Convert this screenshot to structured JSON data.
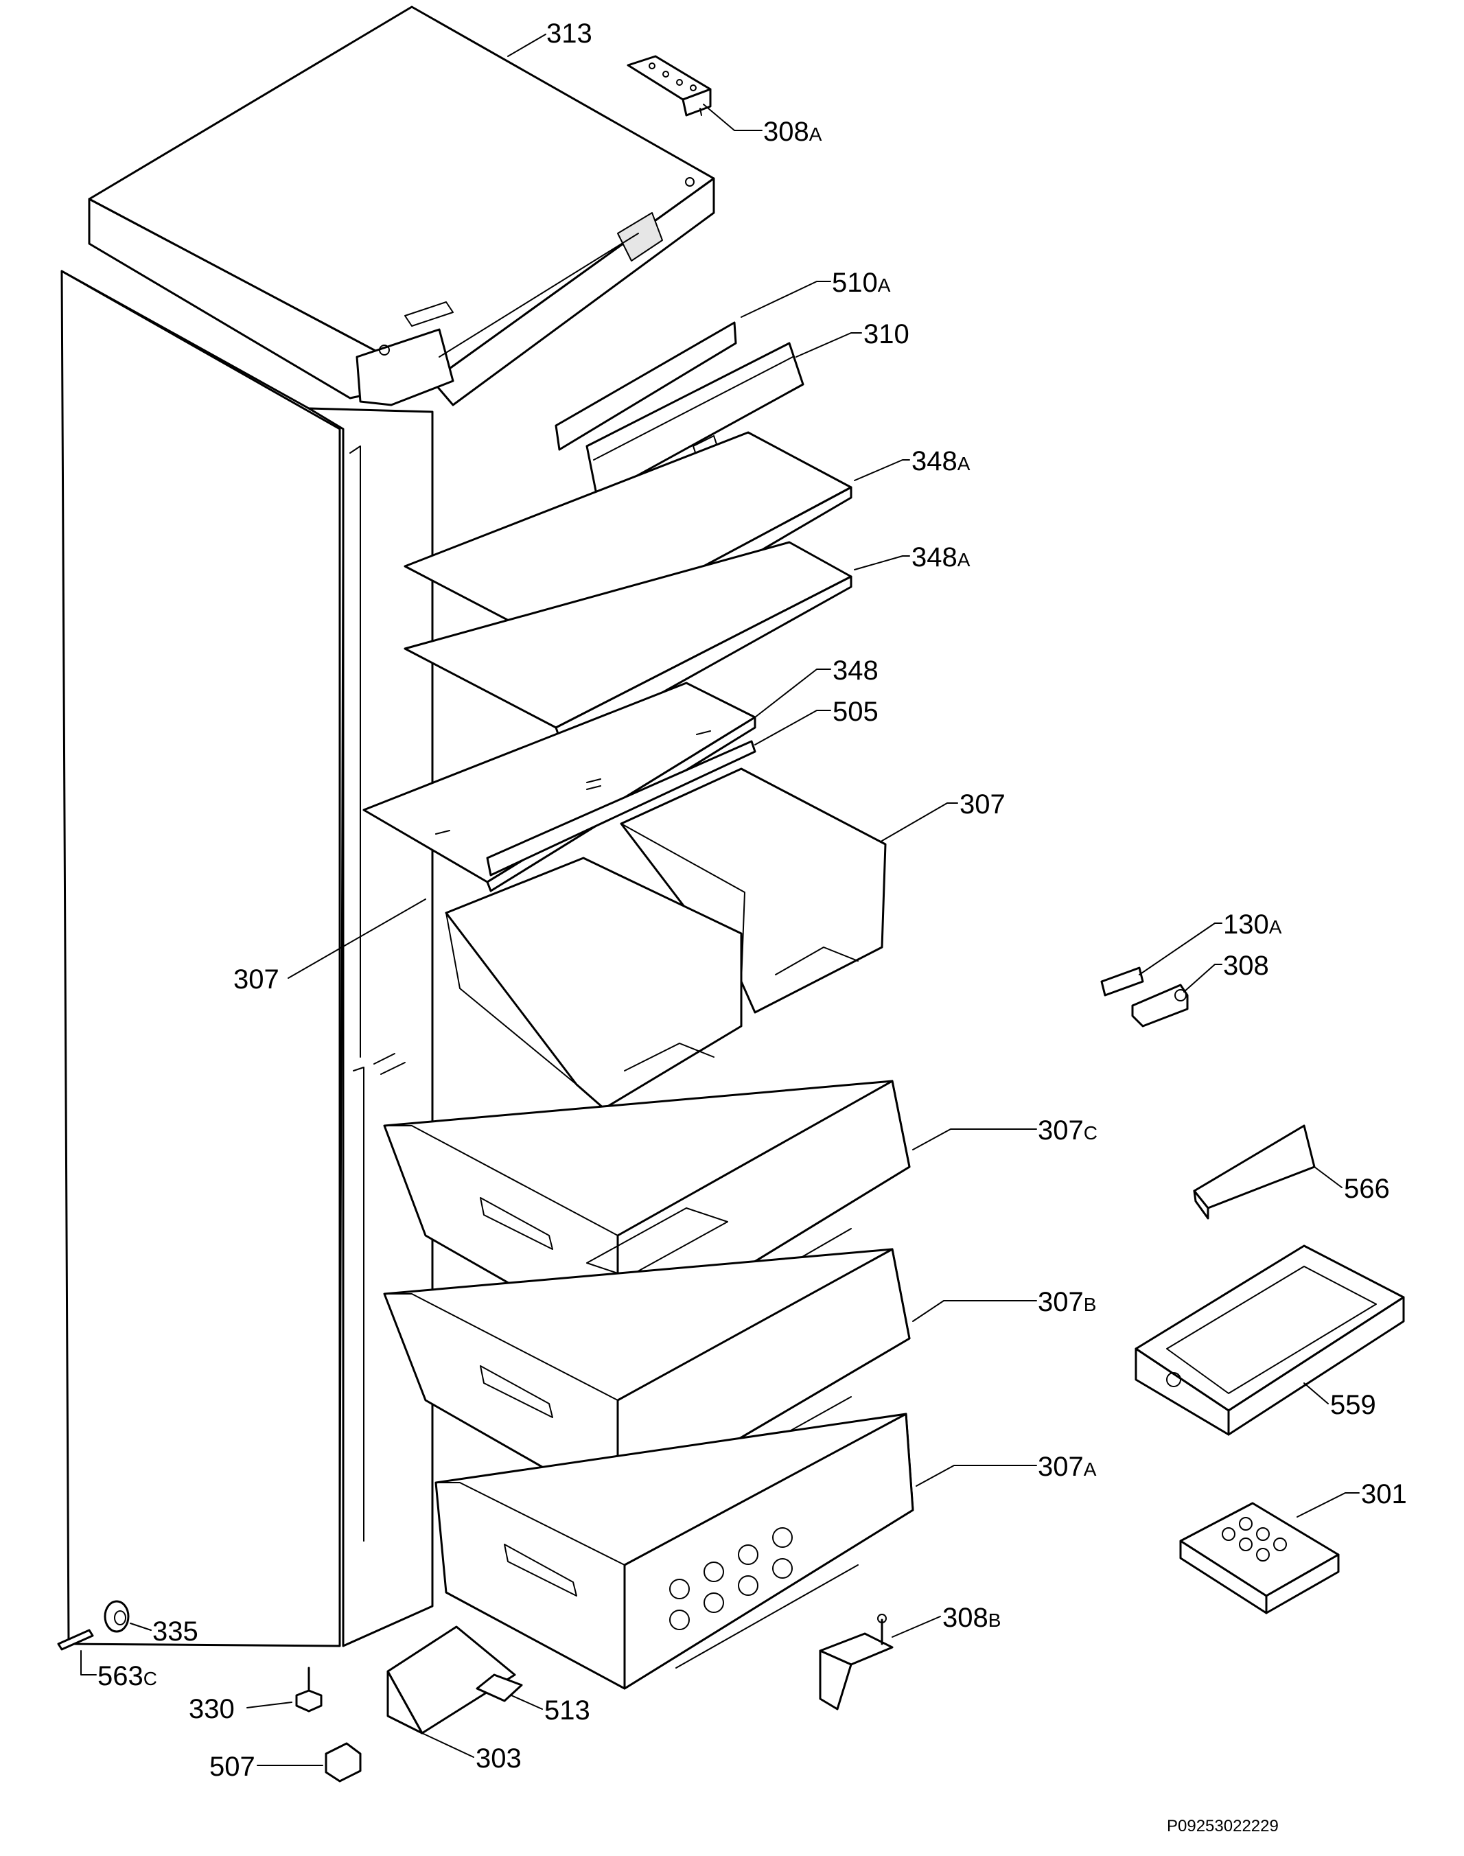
{
  "diagram": {
    "labels": [
      {
        "id": "313",
        "num": "313",
        "suffix": ""
      },
      {
        "id": "308a",
        "num": "308",
        "suffix": "A"
      },
      {
        "id": "510a",
        "num": "510",
        "suffix": "A"
      },
      {
        "id": "310",
        "num": "310",
        "suffix": ""
      },
      {
        "id": "348a-1",
        "num": "348",
        "suffix": "A"
      },
      {
        "id": "348a-2",
        "num": "348",
        "suffix": "A"
      },
      {
        "id": "348",
        "num": "348",
        "suffix": ""
      },
      {
        "id": "505",
        "num": "505",
        "suffix": ""
      },
      {
        "id": "307-right",
        "num": "307",
        "suffix": ""
      },
      {
        "id": "307-left",
        "num": "307",
        "suffix": ""
      },
      {
        "id": "130a",
        "num": "130",
        "suffix": "A"
      },
      {
        "id": "308",
        "num": "308",
        "suffix": ""
      },
      {
        "id": "307c",
        "num": "307",
        "suffix": "C"
      },
      {
        "id": "566",
        "num": "566",
        "suffix": ""
      },
      {
        "id": "307b",
        "num": "307",
        "suffix": "B"
      },
      {
        "id": "559",
        "num": "559",
        "suffix": ""
      },
      {
        "id": "307a",
        "num": "307",
        "suffix": "A"
      },
      {
        "id": "301",
        "num": "301",
        "suffix": ""
      },
      {
        "id": "308b",
        "num": "308",
        "suffix": "B"
      },
      {
        "id": "335",
        "num": "335",
        "suffix": ""
      },
      {
        "id": "563c",
        "num": "563",
        "suffix": "C"
      },
      {
        "id": "330",
        "num": "330",
        "suffix": ""
      },
      {
        "id": "513",
        "num": "513",
        "suffix": ""
      },
      {
        "id": "507",
        "num": "507",
        "suffix": ""
      },
      {
        "id": "303",
        "num": "303",
        "suffix": ""
      }
    ],
    "drawing_code": "P09253022229"
  }
}
